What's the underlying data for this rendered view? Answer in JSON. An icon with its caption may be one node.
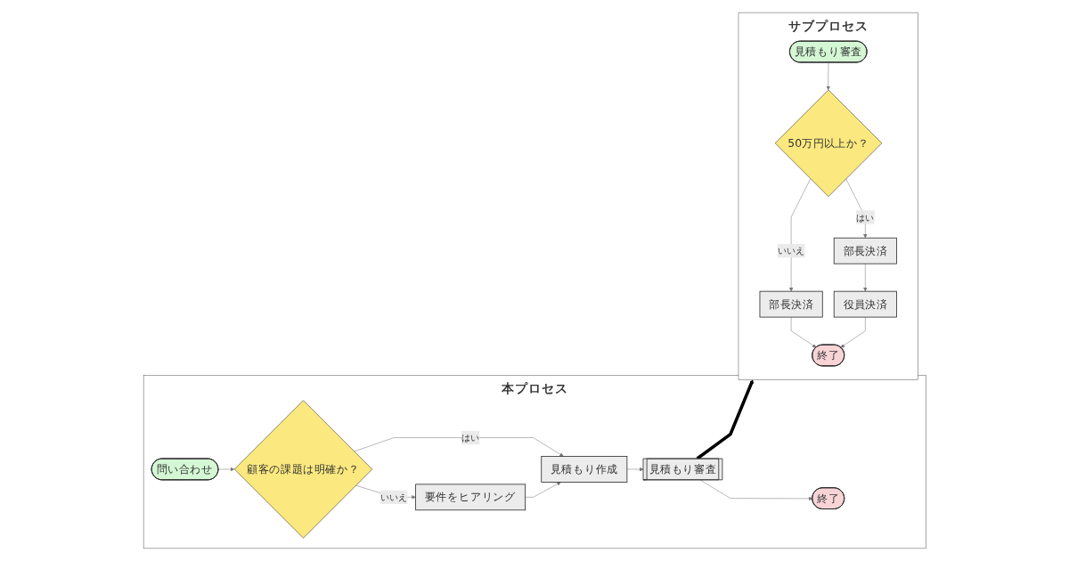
{
  "diagram": {
    "nodes": [
      {
        "text": [
          "本プロセス"
        ]
      },
      {
        "text": [
          "問い合わせ"
        ],
        "in": 0
      },
      {
        "text": [
          "顧客の課題は明確か？"
        ],
        "in": 0
      },
      {
        "text": [
          "要件をヒアリング"
        ],
        "in": 0
      },
      {
        "text": [
          "見積もり作成"
        ],
        "in": 0
      },
      {
        "text": [
          "見積もり審査"
        ],
        "in": 0
      },
      {
        "text": [
          "終了"
        ],
        "in": 0
      },
      {
        "text": [
          "サブプロセス"
        ]
      },
      {
        "text": [
          "見積もり審査"
        ],
        "in": 7
      },
      {
        "text": [
          "50万円以上か？"
        ],
        "in": 7
      },
      {
        "text": [
          "部長決済"
        ],
        "in": 7
      },
      {
        "text": [
          "部長決済"
        ],
        "in": 7
      },
      {
        "text": [
          "役員決済"
        ],
        "in": 7
      },
      {
        "text": [
          "終了"
        ],
        "in": 7
      }
    ],
    "edges": [
      {
        "from": 1,
        "to": 2,
        "arrow": "to"
      },
      {
        "from": 2,
        "to": 3,
        "arrow": "to",
        "label": "いいえ"
      },
      {
        "from": 2,
        "to": 4,
        "arrow": "to",
        "label": "はい"
      },
      {
        "from": 3,
        "to": 4,
        "arrow": "to"
      },
      {
        "from": 4,
        "to": 5,
        "arrow": "to"
      },
      {
        "from": 5,
        "to": 6,
        "arrow": "to"
      },
      {
        "from": 5,
        "to": 7,
        "arrow": "to",
        "style": "thick",
        "color": "#000000"
      },
      {
        "from": 8,
        "to": 9,
        "arrow": "to"
      },
      {
        "from": 9,
        "to": 10,
        "arrow": "to",
        "label": "はい"
      },
      {
        "from": 9,
        "to": 11,
        "arrow": "to",
        "label": "いいえ"
      },
      {
        "from": 10,
        "to": 12,
        "arrow": "to"
      },
      {
        "from": 11,
        "to": 13,
        "arrow": "to"
      },
      {
        "from": 12,
        "to": 13,
        "arrow": "to"
      }
    ]
  }
}
